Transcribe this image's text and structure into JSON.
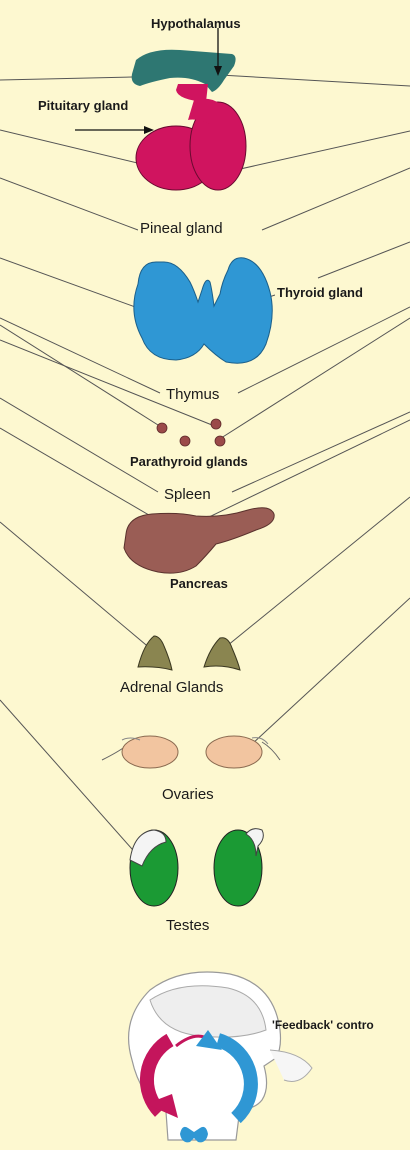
{
  "labels": {
    "hypothalamus": "Hypothalamus",
    "pituitary": "Pituitary gland",
    "pineal": "Pineal gland",
    "thyroid": "Thyroid gland",
    "thymus": "Thymus",
    "parathyroid": "Parathyroid glands",
    "spleen": "Spleen",
    "pancreas": "Pancreas",
    "adrenal": "Adrenal Glands",
    "ovaries": "Ovaries",
    "testes": "Testes",
    "feedback": "'Feedback' contro"
  },
  "colors": {
    "background": "#fdf8d0",
    "hypothalamus": "#2e7772",
    "pituitary": "#d0145f",
    "thyroid": "#2f97d4",
    "parathyroid": "#9b4a49",
    "pancreas": "#9a5d55",
    "adrenal": "#8a8550",
    "ovaries": "#f2c5a0",
    "testes": "#1b9a34",
    "feedback_arrow_magenta": "#c4155c",
    "feedback_arrow_blue": "#2f97d4"
  }
}
